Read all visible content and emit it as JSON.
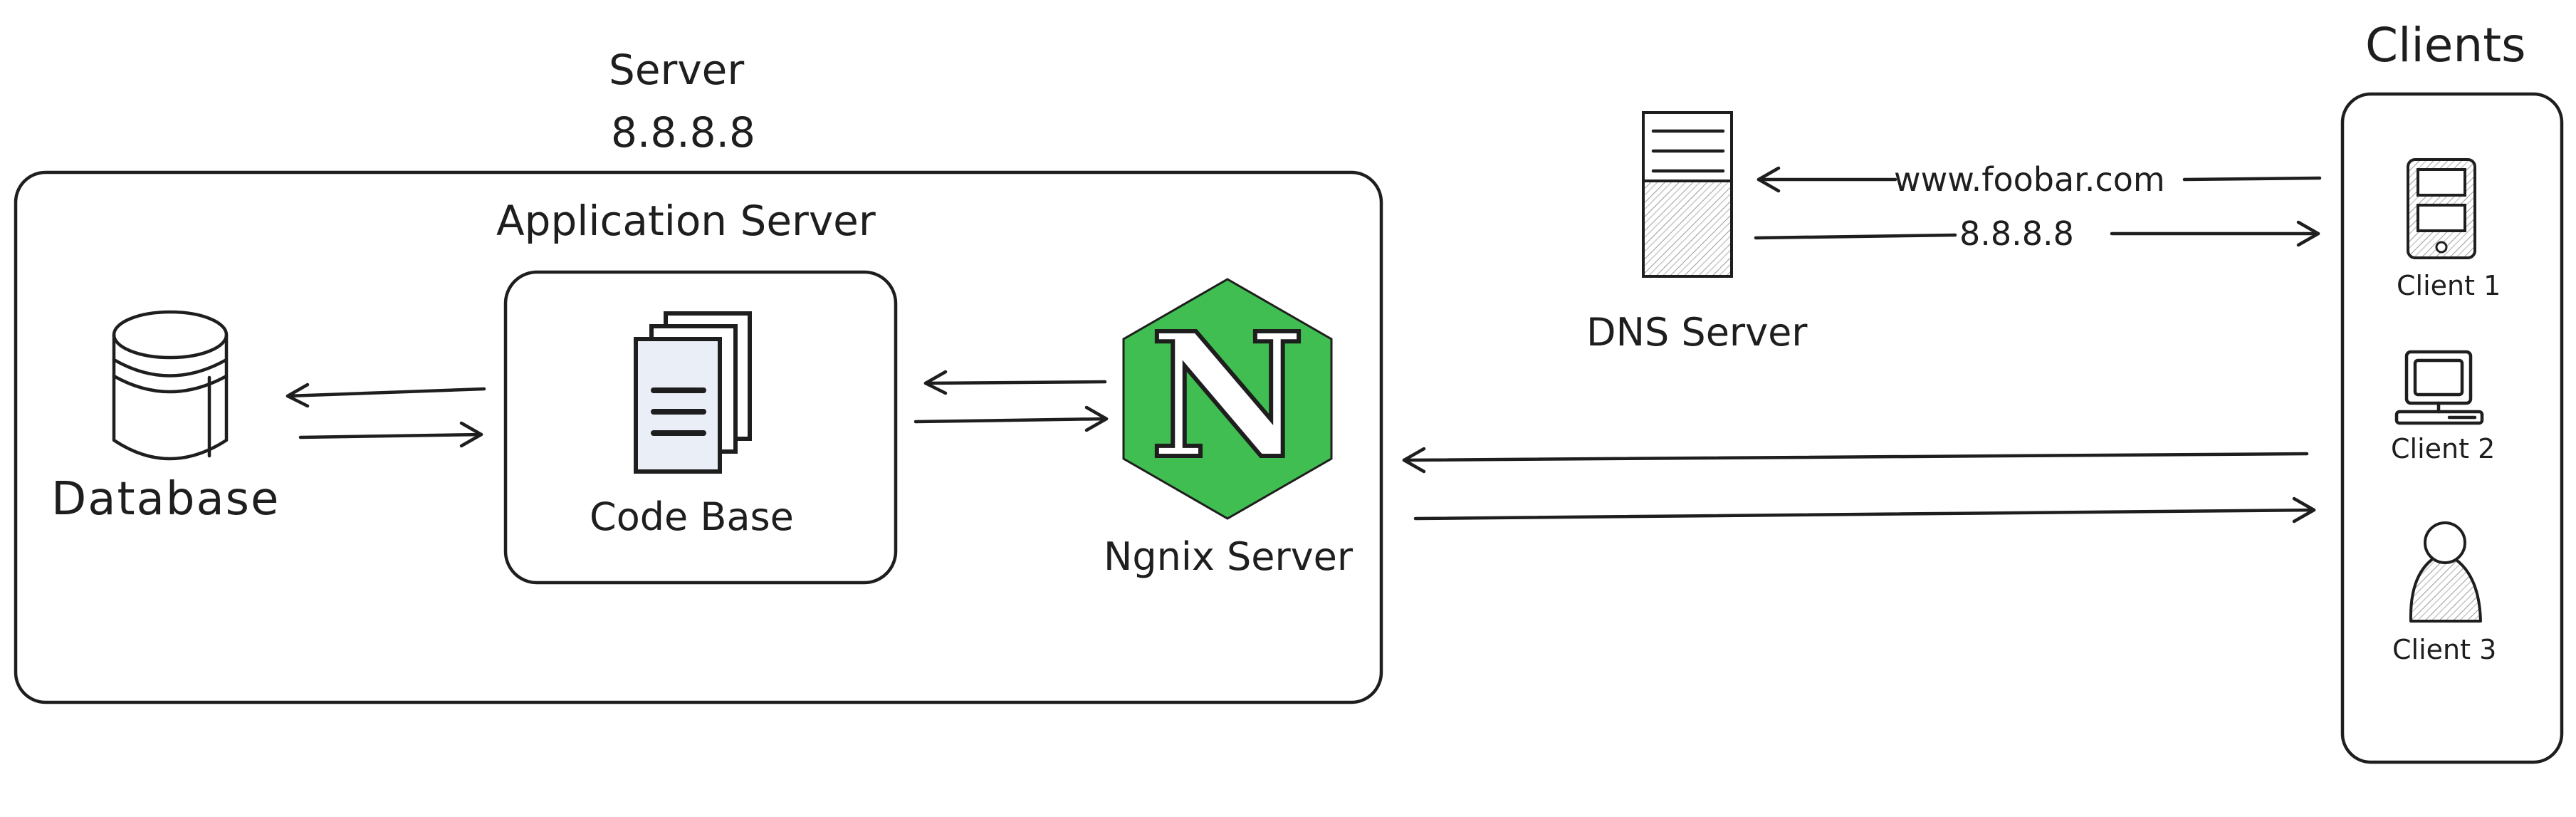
{
  "server": {
    "title": "Server",
    "ip": "8.8.8.8"
  },
  "app_server": {
    "label": "Application Server"
  },
  "database": {
    "label": "Database"
  },
  "code_base": {
    "label": "Code Base"
  },
  "nginx": {
    "label": "Ngnix Server",
    "letter": "N",
    "color": "#40be51"
  },
  "dns": {
    "label": "DNS Server",
    "query_label": "www.foobar.com",
    "answer_label": "8.8.8.8"
  },
  "clients": {
    "title": "Clients",
    "items": [
      {
        "label": "Client 1"
      },
      {
        "label": "Client 2"
      },
      {
        "label": "Client 3"
      }
    ]
  }
}
